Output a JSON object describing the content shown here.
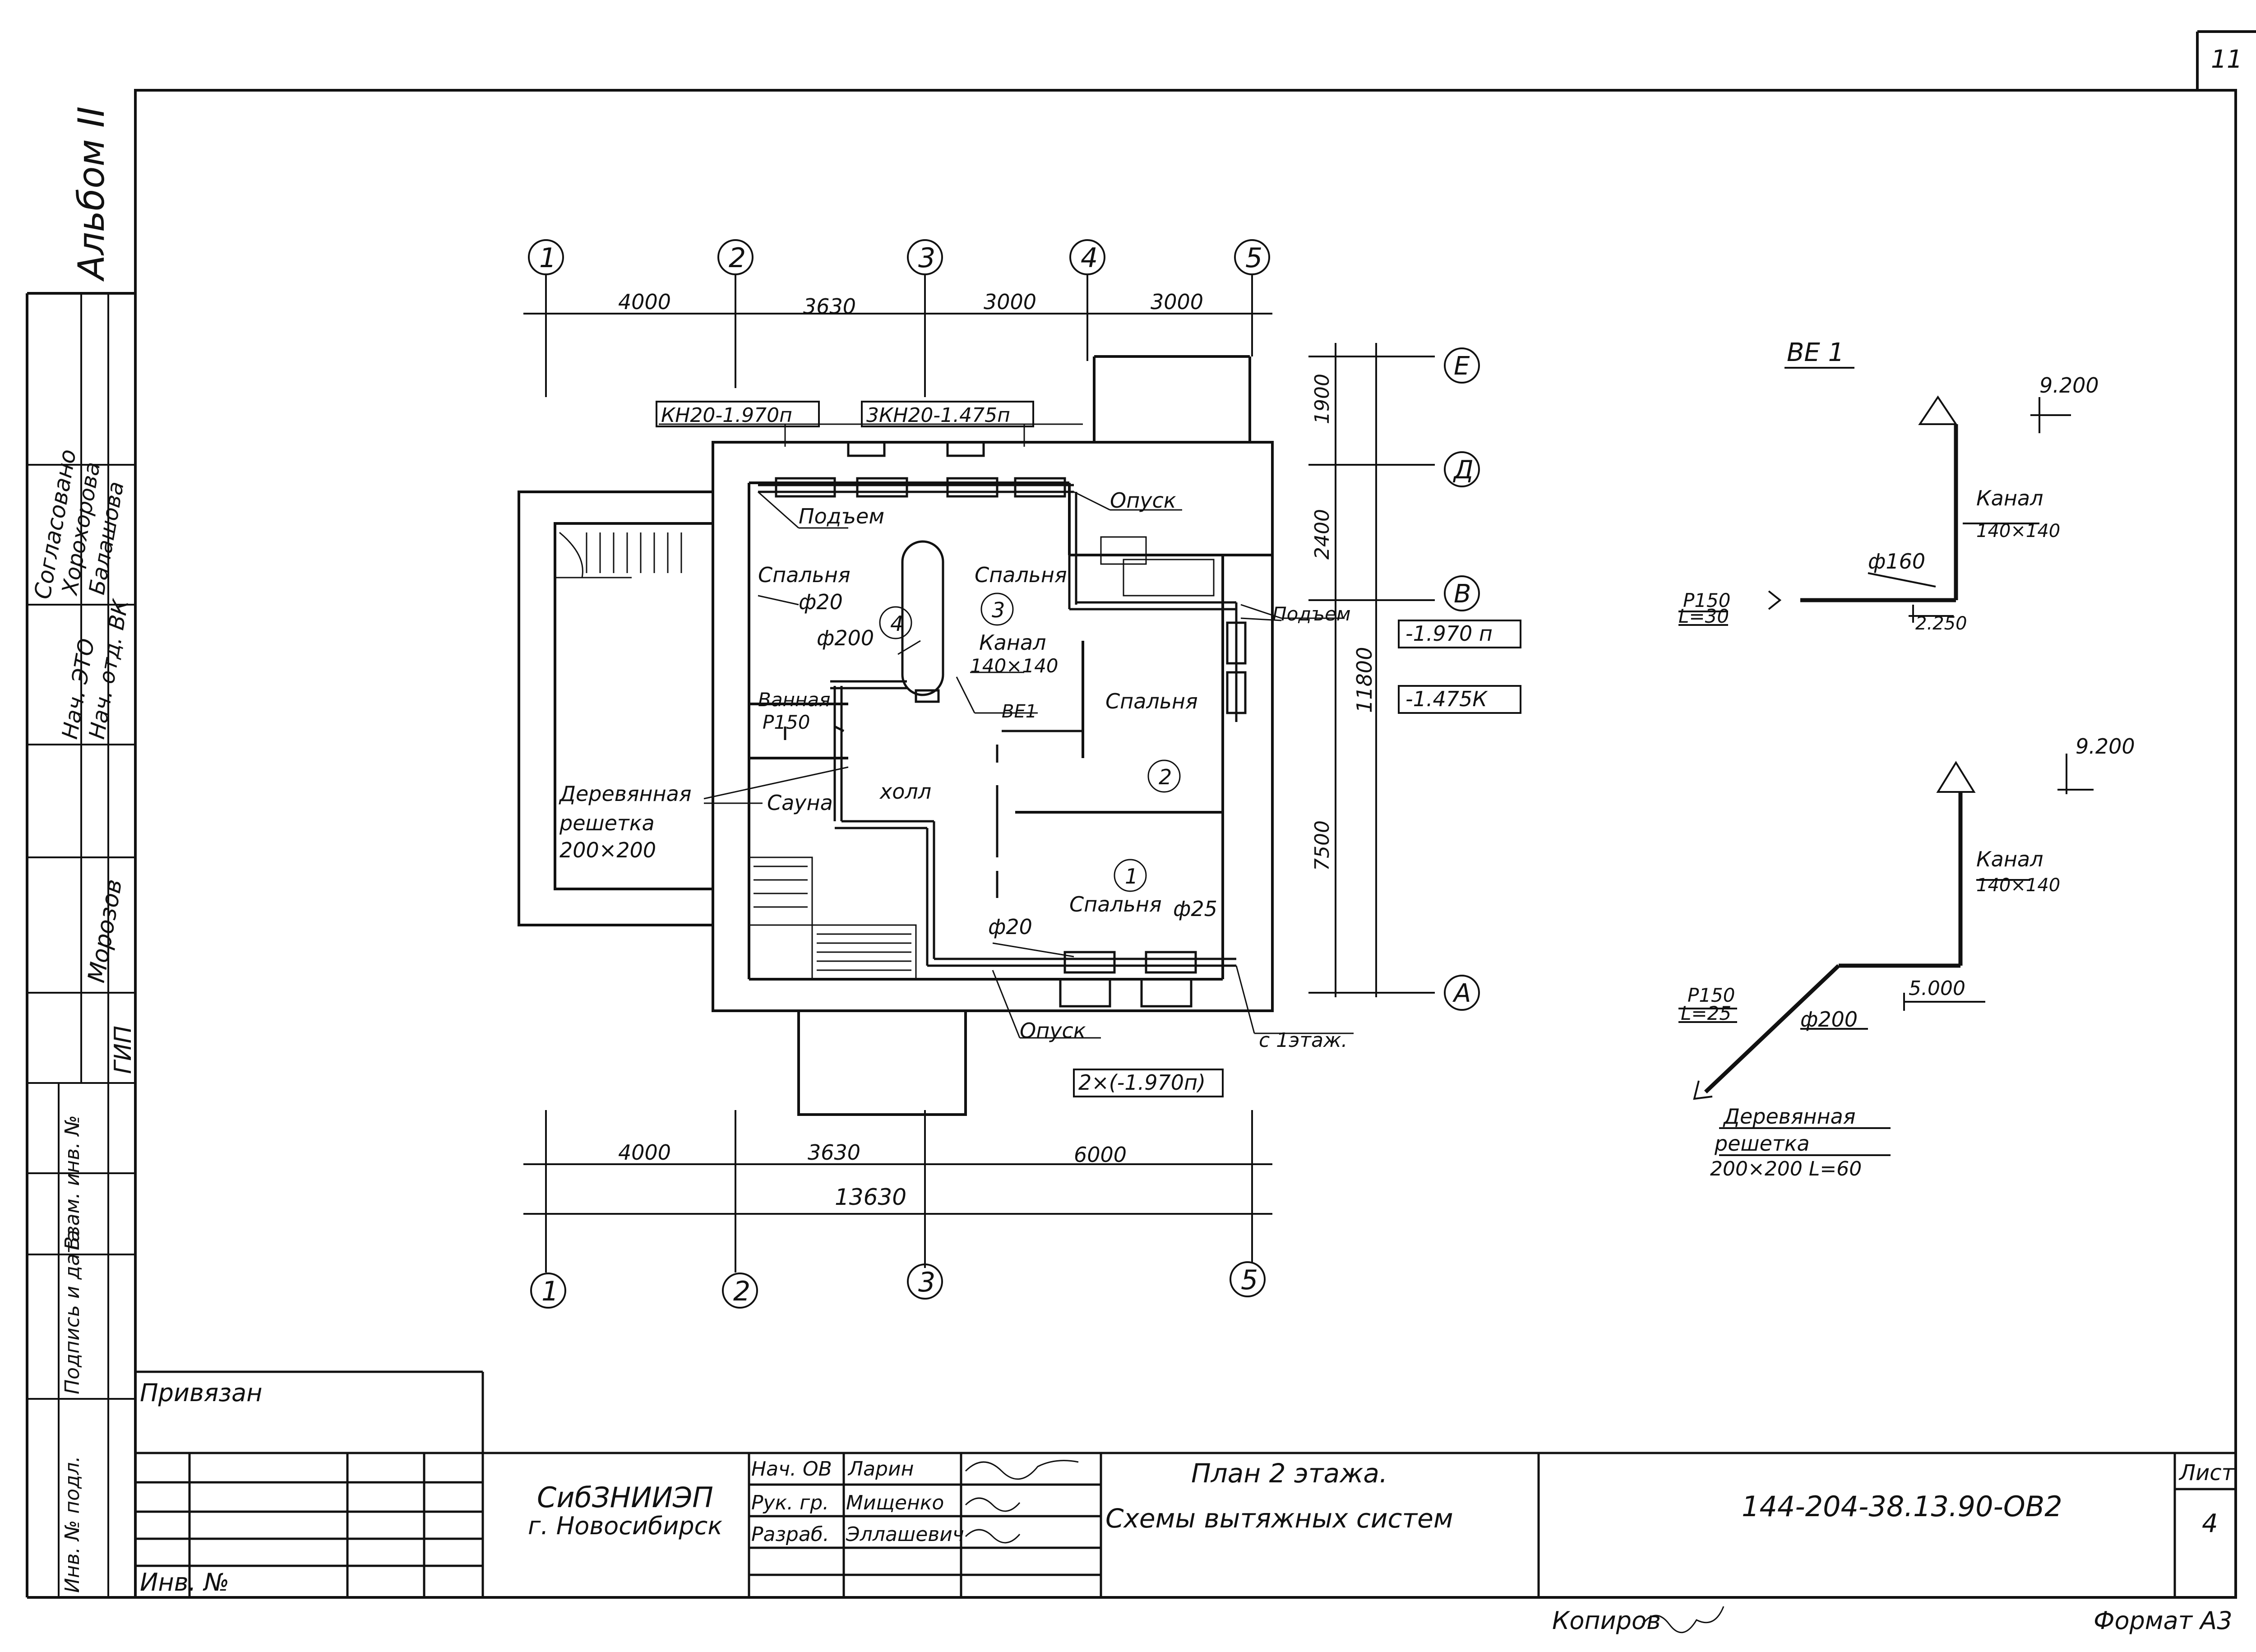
{
  "page_number": "11",
  "album_label": "Альбом II",
  "side_stamp": {
    "rows": [
      {
        "role": "Нач. ЭТО",
        "name": "Хорохорова"
      },
      {
        "role": "Нач. отд. ВК",
        "name": "Балашова"
      },
      {
        "role": "ГИП",
        "name": "Морозов"
      }
    ],
    "handwritten_top": "Согласовано",
    "cols": [
      "Инв. № подл.",
      "Подпись и дата",
      "Взам. инв. №"
    ]
  },
  "plan": {
    "top_axes": [
      "1",
      "2",
      "3",
      "4",
      "5"
    ],
    "bottom_axes": [
      "1",
      "2",
      "3",
      "5"
    ],
    "row_axes": [
      "Е",
      "Д",
      "В",
      "А"
    ],
    "top_dims": [
      "4000",
      "3630",
      "3000",
      "3000"
    ],
    "bottom_dims": [
      "4000",
      "3630",
      "6000"
    ],
    "bottom_total": "13630",
    "right_dims": [
      "1900",
      "2400",
      "7500"
    ],
    "right_total": "11800",
    "tags": {
      "top_left": "КН20-1.970п",
      "top_right": "3КН20-1.475п",
      "right_1": "-1.970 п",
      "right_2": "-1.475К",
      "bottom": "2×(-1.970п)"
    },
    "labels": {
      "podem_1": "Подъем",
      "opusk_1": "Опуск",
      "spalnya_1": "Спальня",
      "spalnya_2": "Спальня",
      "phi20_1": "ф20",
      "phi200": "ф200",
      "kanal": "Канал",
      "kanal_size": "140×140",
      "ve1": "ВЕ1",
      "podem_2": "Подъем",
      "spalnya_3": "Спальня",
      "vannaya": "Ванная",
      "r150": "Р150",
      "holl": "холл",
      "sauna": "Сауна",
      "grille_1": "Деревянная",
      "grille_2": "решетка",
      "grille_3": "200×200",
      "phi20_2": "ф20",
      "spalnya_4": "Спальня",
      "phi25": "ф25",
      "opusk_2": "Опуск",
      "from_floor1": "с 1этаж."
    },
    "room_numbers": [
      "1",
      "2",
      "3",
      "4"
    ]
  },
  "scheme_top": {
    "title": "ВЕ 1",
    "elev": "9.200",
    "kanal": "Канал",
    "kanal_size": "140×140",
    "phi": "ф160",
    "elev_low": "2.250",
    "r": "Р150",
    "l": "L=30"
  },
  "scheme_bottom": {
    "elev": "9.200",
    "kanal": "Канал",
    "kanal_size": "140×140",
    "elev_low": "5.000",
    "r": "Р150",
    "l": "L=25",
    "phi": "ф200",
    "grille_1": "Деревянная",
    "grille_2": "решетка",
    "grille_3": "200×200 L=60"
  },
  "title_block": {
    "privyazan": "Привязан",
    "inv": "Инв. №",
    "org_1": "СибЗНИИЭП",
    "org_2": "г. Новосибирск",
    "roles": [
      "Нач. ОВ",
      "Рук. гр.",
      "Разраб."
    ],
    "names": [
      "Ларин",
      "Мищенко",
      "Эллашевич"
    ],
    "title_1": "План 2 этажа.",
    "title_2": "Схемы вытяжных систем",
    "code": "144-204-38.13.90-ОВ2",
    "sheet_label": "Лист",
    "sheet_num": "4"
  },
  "footer": {
    "copied": "Копиров",
    "format": "Формат А3"
  }
}
